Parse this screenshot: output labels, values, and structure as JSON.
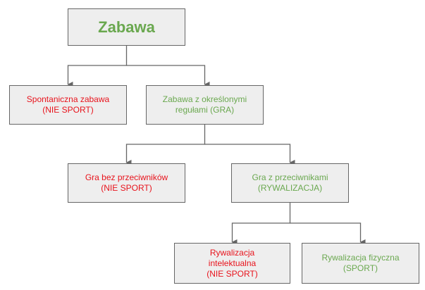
{
  "diagram": {
    "colors": {
      "red": "#e8131c",
      "green": "#6aa84f",
      "box_fill": "#eeeeee",
      "line": "#666666"
    },
    "nodes": {
      "root": {
        "lines": [
          "Zabawa"
        ],
        "color": "green"
      },
      "spontaneous": {
        "lines": [
          "Spontaniczna zabawa",
          "(NIE SPORT)"
        ],
        "color": "red"
      },
      "rules": {
        "lines": [
          "Zabawa z określonymi",
          "regułami (GRA)"
        ],
        "color": "green"
      },
      "no_opponents": {
        "lines": [
          "Gra bez przeciwników",
          "(NIE SPORT)"
        ],
        "color": "red"
      },
      "opponents": {
        "lines": [
          "Gra z przeciwnikami",
          "(RYWALIZACJA)"
        ],
        "color": "green"
      },
      "intellectual": {
        "lines": [
          "Rywalizacja",
          "intelektualna",
          "(NIE SPORT)"
        ],
        "color": "red"
      },
      "physical": {
        "lines": [
          "Rywalizacja fizyczna",
          "(SPORT)"
        ],
        "color": "green"
      }
    },
    "edges": [
      [
        "root",
        "spontaneous"
      ],
      [
        "root",
        "rules"
      ],
      [
        "rules",
        "no_opponents"
      ],
      [
        "rules",
        "opponents"
      ],
      [
        "opponents",
        "intellectual"
      ],
      [
        "opponents",
        "physical"
      ]
    ]
  }
}
